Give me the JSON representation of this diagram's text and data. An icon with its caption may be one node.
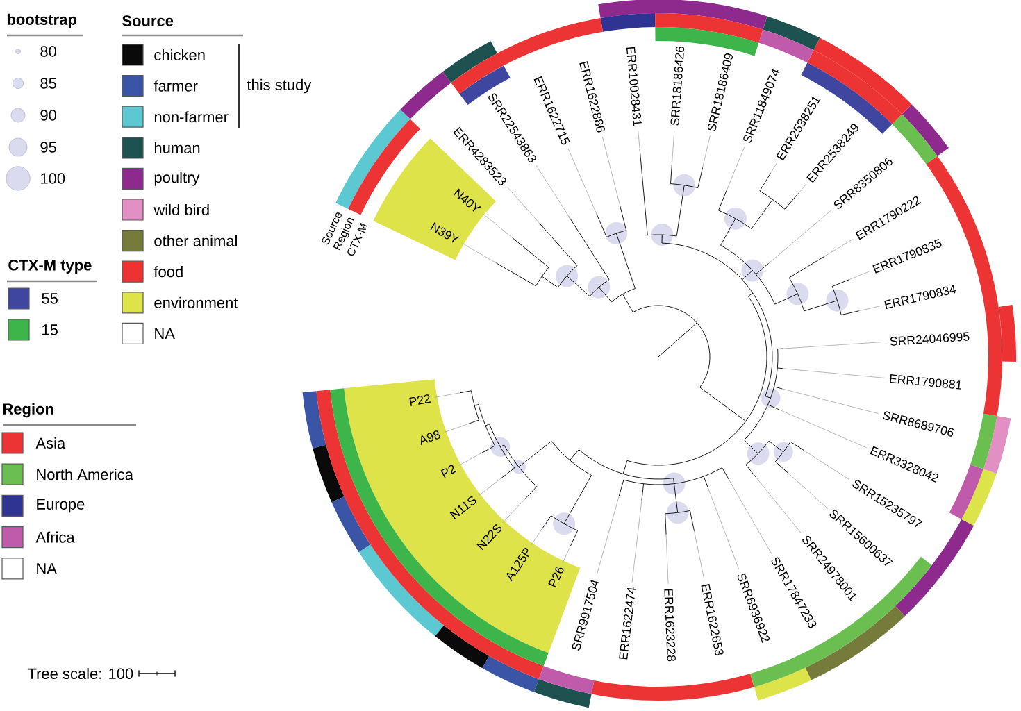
{
  "diagram": {
    "nodes": [
      {
        "text": [
          "N40Y",
          "N39Y"
        ]
      },
      {
        "text": [
          "P22",
          "A98",
          "P2",
          "N11S",
          "N22S",
          "A125P",
          "P26"
        ]
      }
    ],
    "labels": [
      "bootstrap",
      "Source",
      "this study",
      "CTX-M type",
      "Region",
      "Tree scale: 100",
      "Source",
      "Region",
      "CTX-M",
      "ERR4283523",
      "SRR22543863",
      "ERR1622715",
      "ERR1622886",
      "ERR10028431",
      "SRR18186426",
      "SRR18186409",
      "SRR11849074",
      "ERR2538251",
      "ERR2538249",
      "SRR8350806",
      "ERR1790222",
      "ERR1790835",
      "ERR1790834",
      "SRR24046995",
      "ERR1790881",
      "SRR8689706",
      "ERR3328042",
      "SRR15235797",
      "SRR15600637",
      "SRR24978001",
      "SRR17847233",
      "SRR6936922",
      "ERR1622653",
      "ERR1623228",
      "ERR1622474",
      "SRR9917504"
    ],
    "legend": [
      {
        "text": "80"
      },
      {
        "text": "85"
      },
      {
        "text": "90"
      },
      {
        "text": "95"
      },
      {
        "text": "100"
      },
      {
        "text": "chicken",
        "color": "#0a0a0a"
      },
      {
        "text": "farmer",
        "color": "#3b55a6"
      },
      {
        "text": "non-farmer",
        "color": "#5cc8d2"
      },
      {
        "text": "human",
        "color": "#1d5250"
      },
      {
        "text": "poultry",
        "color": "#8e2a8e"
      },
      {
        "text": "wild bird",
        "color": "#e28fc4"
      },
      {
        "text": "other animal",
        "color": "#767a3a"
      },
      {
        "text": "food",
        "color": "#ec3232"
      },
      {
        "text": "environment",
        "color": "#dde44a"
      },
      {
        "text": "NA"
      },
      {
        "text": "55",
        "color": "#3e46a0"
      },
      {
        "text": "15",
        "color": "#3db54a"
      },
      {
        "text": "Asia",
        "color": "#ec3434"
      },
      {
        "text": "North America",
        "color": "#6bbf50"
      },
      {
        "text": "Europe",
        "color": "#2f3392"
      },
      {
        "text": "Africa",
        "color": "#c05bab"
      },
      {
        "text": "NA"
      }
    ]
  }
}
